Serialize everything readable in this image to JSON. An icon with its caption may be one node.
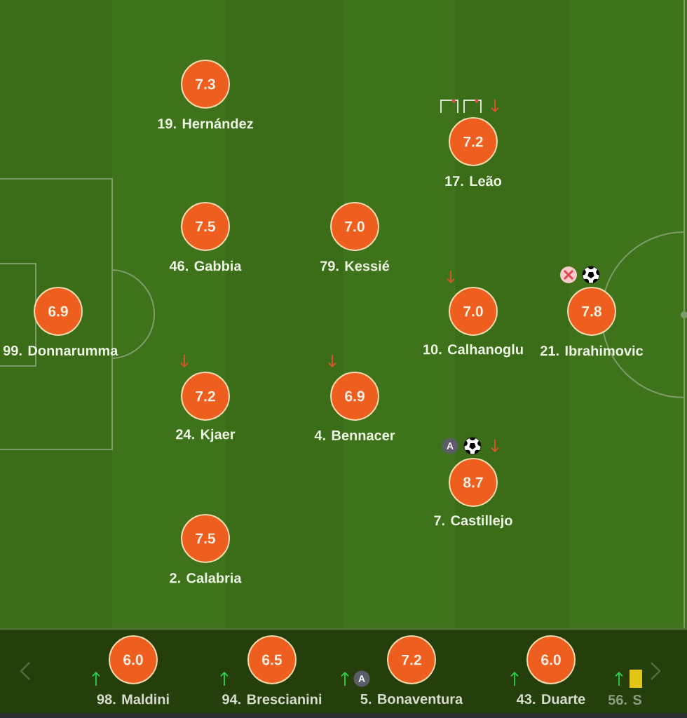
{
  "diagram": {
    "nodes": [
      {
        "text": [
          "7.3",
          "19. Hernández"
        ]
      },
      {
        "text": [
          "7.2",
          "17. Leão"
        ]
      },
      {
        "text": [
          "7.5",
          "46. Gabbia"
        ]
      },
      {
        "text": [
          "7.0",
          "79. Kessié"
        ]
      },
      {
        "text": [
          "6.9",
          "99. Donnarumma"
        ]
      },
      {
        "text": [
          "7.0",
          "10. Calhanoglu"
        ]
      },
      {
        "text": [
          "7.8",
          "21. Ibrahimovic"
        ]
      },
      {
        "text": [
          "7.2",
          "24. Kjaer"
        ]
      },
      {
        "text": [
          "6.9",
          "4. Bennacer"
        ]
      },
      {
        "text": [
          "A"
        ]
      },
      {
        "text": [
          "8.7",
          "7. Castillejo"
        ]
      },
      {
        "text": [
          "7.5",
          "2. Calabria"
        ]
      },
      {
        "text": [
          "6.0",
          "98. Maldini"
        ]
      },
      {
        "text": [
          "6.5",
          "94. Brescianini"
        ]
      },
      {
        "text": [
          "A"
        ]
      },
      {
        "text": [
          "7.2",
          "5. Bonaventura"
        ]
      },
      {
        "text": [
          "6.0",
          "43. Duarte"
        ]
      }
    ],
    "labels": [
      "56. S"
    ]
  }
}
